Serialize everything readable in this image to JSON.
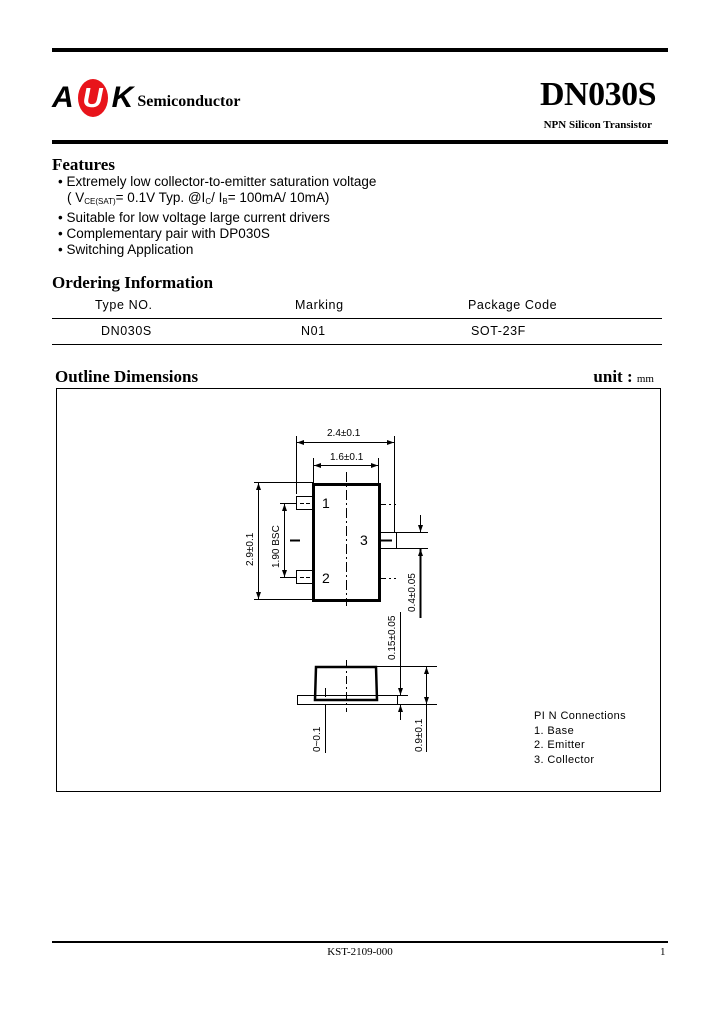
{
  "header": {
    "logo": {
      "letters": [
        "A",
        "U",
        "K"
      ],
      "suffix": "Semiconductor",
      "accent_color": "#e8141b"
    },
    "part_number": "DN030S",
    "subtitle": "NPN Silicon Transistor"
  },
  "features": {
    "title": "Features",
    "items": [
      {
        "bullet": "•",
        "text": "Extremely low collector-to-emitter saturation voltage"
      },
      {
        "bullet": "",
        "text": "( V",
        "sub1": "CE(SAT)",
        "mid1": "= 0.1V Typ. @I",
        "sub2": "C",
        "mid2": "/ I",
        "sub3": "B",
        "tail": "= 100mA/ 10mA)"
      },
      {
        "bullet": "•",
        "text": "Suitable for low voltage large current drivers"
      },
      {
        "bullet": "•",
        "text": "Complementary pair with DP030S"
      },
      {
        "bullet": "•",
        "text": "Switching Application"
      }
    ]
  },
  "ordering": {
    "title": "Ordering Information",
    "columns": [
      "Type NO.",
      "Marking",
      "Package Code"
    ],
    "rows": [
      [
        "DN030S",
        "N01",
        "SOT-23F"
      ]
    ]
  },
  "outline": {
    "title": "Outline Dimensions",
    "unit_label": "unit :",
    "unit_value": "mm",
    "dimensions": {
      "overall_width": "2.4±0.1",
      "body_width": "1.6±0.1",
      "overall_length": "2.9±0.1",
      "pin_pitch": "1.90 BSC",
      "lead_width": "0.4±0.05",
      "lead_thickness": "0.15±0.05",
      "standoff": "0~0.1",
      "height": "0.9±0.1"
    },
    "pin_labels": [
      "1",
      "2",
      "3"
    ],
    "pin_connections": {
      "title": "PI N Connections",
      "items": [
        "1. Base",
        "2. Emitter",
        "3. Collector"
      ]
    }
  },
  "footer": {
    "doc_code": "KST-2109-000",
    "page": "1"
  }
}
